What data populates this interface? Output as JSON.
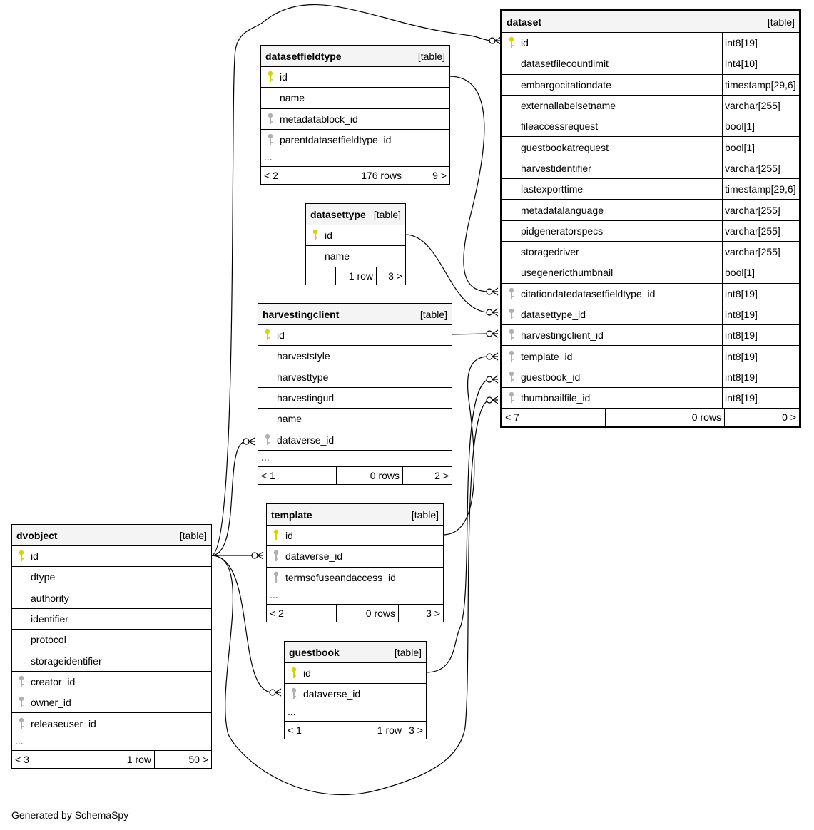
{
  "footer_note": "Generated by SchemaSpy",
  "colors": {
    "pk_key": "#d8d000",
    "fk_key": "#b0b0b0"
  },
  "tables": [
    {
      "id": "dataset",
      "name": "dataset",
      "label": "[table]",
      "columns": [
        {
          "name": "id",
          "type": "int8[19]",
          "key": "pk"
        },
        {
          "name": "datasetfilecountlimit",
          "type": "int4[10]",
          "key": ""
        },
        {
          "name": "embargocitationdate",
          "type": "timestamp[29,6]",
          "key": ""
        },
        {
          "name": "externallabelsetname",
          "type": "varchar[255]",
          "key": ""
        },
        {
          "name": "fileaccessrequest",
          "type": "bool[1]",
          "key": ""
        },
        {
          "name": "guestbookatrequest",
          "type": "bool[1]",
          "key": ""
        },
        {
          "name": "harvestidentifier",
          "type": "varchar[255]",
          "key": ""
        },
        {
          "name": "lastexporttime",
          "type": "timestamp[29,6]",
          "key": ""
        },
        {
          "name": "metadatalanguage",
          "type": "varchar[255]",
          "key": ""
        },
        {
          "name": "pidgeneratorspecs",
          "type": "varchar[255]",
          "key": ""
        },
        {
          "name": "storagedriver",
          "type": "varchar[255]",
          "key": ""
        },
        {
          "name": "usegenericthumbnail",
          "type": "bool[1]",
          "key": ""
        },
        {
          "name": "citationdatedatasetfieldtype_id",
          "type": "int8[19]",
          "key": "fk"
        },
        {
          "name": "datasettype_id",
          "type": "int8[19]",
          "key": "fk"
        },
        {
          "name": "harvestingclient_id",
          "type": "int8[19]",
          "key": "fk"
        },
        {
          "name": "template_id",
          "type": "int8[19]",
          "key": "fk"
        },
        {
          "name": "guestbook_id",
          "type": "int8[19]",
          "key": "fk"
        },
        {
          "name": "thumbnailfile_id",
          "type": "int8[19]",
          "key": "fk"
        }
      ],
      "more": "",
      "footer": {
        "left": "< 7",
        "rows": "0 rows",
        "right": "0 >"
      }
    },
    {
      "id": "datasetfieldtype",
      "name": "datasetfieldtype",
      "label": "[table]",
      "columns": [
        {
          "name": "id",
          "key": "pk"
        },
        {
          "name": "name",
          "key": ""
        },
        {
          "name": "metadatablock_id",
          "key": "fk"
        },
        {
          "name": "parentdatasetfieldtype_id",
          "key": "fk"
        }
      ],
      "more": "...",
      "footer": {
        "left": "< 2",
        "rows": "176 rows",
        "right": "9 >"
      }
    },
    {
      "id": "datasettype",
      "name": "datasettype",
      "label": "[table]",
      "columns": [
        {
          "name": "id",
          "key": "pk"
        },
        {
          "name": "name",
          "key": ""
        }
      ],
      "more": "",
      "footer": {
        "left": "",
        "rows": "1 row",
        "right": "3 >"
      }
    },
    {
      "id": "harvestingclient",
      "name": "harvestingclient",
      "label": "[table]",
      "columns": [
        {
          "name": "id",
          "key": "pk"
        },
        {
          "name": "harveststyle",
          "key": ""
        },
        {
          "name": "harvesttype",
          "key": ""
        },
        {
          "name": "harvestingurl",
          "key": ""
        },
        {
          "name": "name",
          "key": ""
        },
        {
          "name": "dataverse_id",
          "key": "fk"
        }
      ],
      "more": "...",
      "footer": {
        "left": "< 1",
        "rows": "0 rows",
        "right": "2 >"
      }
    },
    {
      "id": "template",
      "name": "template",
      "label": "[table]",
      "columns": [
        {
          "name": "id",
          "key": "pk"
        },
        {
          "name": "dataverse_id",
          "key": "fk"
        },
        {
          "name": "termsofuseandaccess_id",
          "key": "fk"
        }
      ],
      "more": "...",
      "footer": {
        "left": "< 2",
        "rows": "0 rows",
        "right": "3 >"
      }
    },
    {
      "id": "guestbook",
      "name": "guestbook",
      "label": "[table]",
      "columns": [
        {
          "name": "id",
          "key": "pk"
        },
        {
          "name": "dataverse_id",
          "key": "fk"
        }
      ],
      "more": "...",
      "footer": {
        "left": "< 1",
        "rows": "1 row",
        "right": "3 >"
      }
    },
    {
      "id": "dvobject",
      "name": "dvobject",
      "label": "[table]",
      "columns": [
        {
          "name": "id",
          "key": "pk"
        },
        {
          "name": "dtype",
          "key": ""
        },
        {
          "name": "authority",
          "key": ""
        },
        {
          "name": "identifier",
          "key": ""
        },
        {
          "name": "protocol",
          "key": ""
        },
        {
          "name": "storageidentifier",
          "key": ""
        },
        {
          "name": "creator_id",
          "key": "fk"
        },
        {
          "name": "owner_id",
          "key": "fk"
        },
        {
          "name": "releaseuser_id",
          "key": "fk"
        }
      ],
      "more": "...",
      "footer": {
        "left": "< 3",
        "rows": "1 row",
        "right": "50 >"
      }
    }
  ]
}
